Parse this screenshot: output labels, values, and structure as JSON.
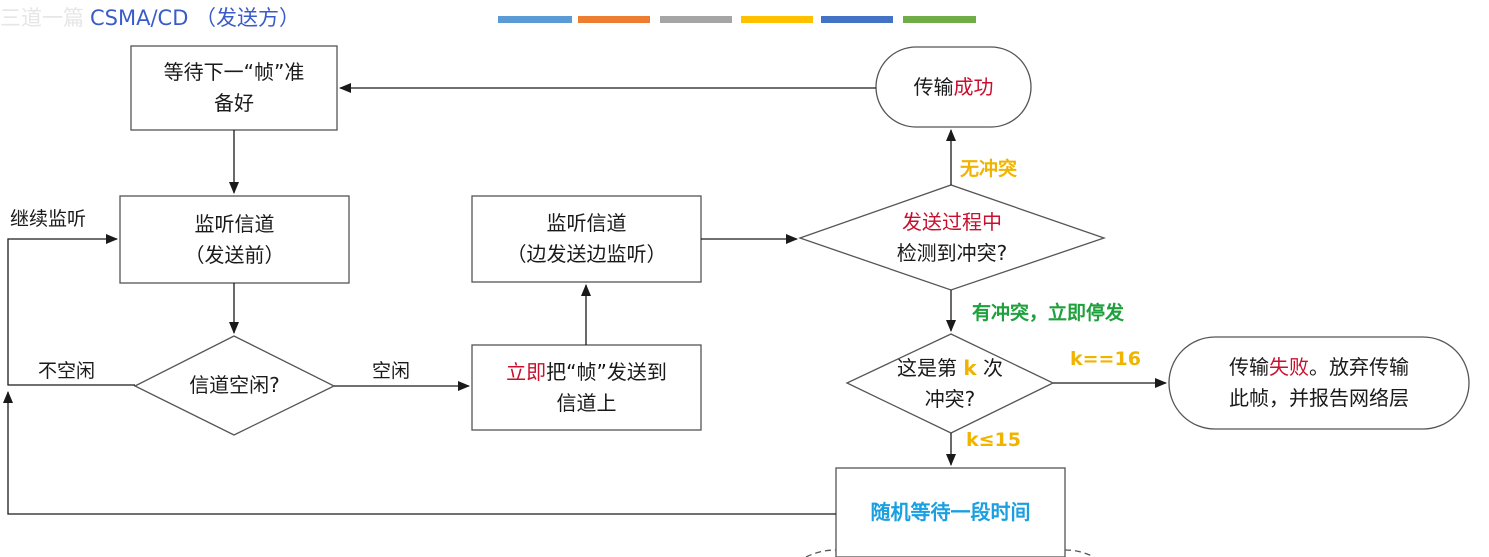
{
  "header": {
    "faded_prefix": "三道一篇",
    "title": "CSMA/CD （发送方）"
  },
  "legend_bars": [
    {
      "color": "#5b9bd5"
    },
    {
      "color": "#ed7d31"
    },
    {
      "color": "#a5a5a5"
    },
    {
      "color": "#ffc000"
    },
    {
      "color": "#4472c4"
    },
    {
      "color": "#70ad47"
    }
  ],
  "nodes": {
    "wait_frame": {
      "line1": "等待下一“帧”准",
      "line2": "备好"
    },
    "listen_before": {
      "line1": "监听信道",
      "line2": "（发送前）"
    },
    "channel_idle": {
      "text": "信道空闲?"
    },
    "send_now": {
      "line1_red": "立即",
      "line1_rest": "把“帧”发送到",
      "line2": "信道上"
    },
    "listen_during": {
      "line1": "监听信道",
      "line2": "（边发送边监听）"
    },
    "detect_collision": {
      "line1": "发送过程中",
      "line2": "检测到冲突?"
    },
    "success": {
      "prefix": "传输",
      "highlight": "成功"
    },
    "kth_collision": {
      "pre": "这是第 ",
      "k": "k",
      "post": " 次",
      "line2": "冲突?"
    },
    "failure": {
      "prefix": "传输",
      "highlight": "失败",
      "rest": "。放弃传输",
      "line2": "此帧，并报告网络层"
    },
    "random_wait": {
      "text": "随机等待一段时间"
    }
  },
  "edge_labels": {
    "continue_listen": "继续监听",
    "not_idle": "不空闲",
    "idle": "空闲",
    "no_collision": "无冲突",
    "has_collision": "有冲突，立即停发",
    "k_eq_16": "k==16",
    "k_le_15": "k≤15"
  }
}
